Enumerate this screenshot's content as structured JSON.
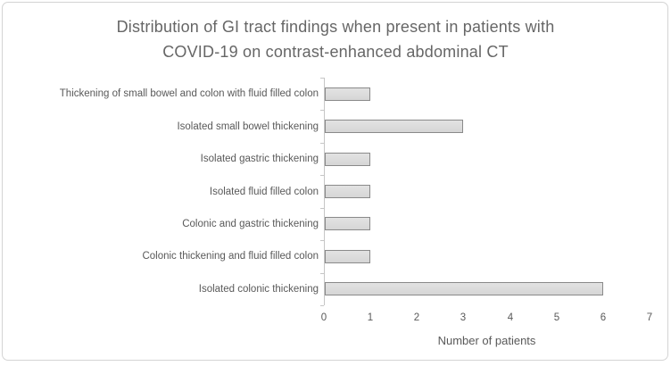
{
  "chart_data": {
    "type": "bar",
    "orientation": "horizontal",
    "title": "Distribution of GI tract findings when present in patients with COVID-19 on contrast-enhanced abdominal CT",
    "title_lines": [
      "Distribution of GI tract findings when present in patients with",
      "COVID-19 on contrast-enhanced abdominal CT"
    ],
    "categories": [
      "Thickening of small bowel and colon with fluid filled colon",
      "Isolated small bowel thickening",
      "Isolated gastric thickening",
      "Isolated fluid filled colon",
      "Colonic and gastric thickening",
      "Colonic thickening and fluid filled colon",
      "Isolated colonic thickening"
    ],
    "values": [
      1,
      3,
      1,
      1,
      1,
      1,
      6
    ],
    "xlabel": "Number of patients",
    "xlim": [
      0,
      7
    ],
    "xticks": [
      0,
      1,
      2,
      3,
      4,
      5,
      6,
      7
    ],
    "grid": "off",
    "legend": "none",
    "colors": {
      "bar_fill": "#dcdcdc",
      "bar_border": "#8a8a8a",
      "axis_line": "#c6c6c6",
      "text": "#595959",
      "title_text": "#666666",
      "frame_border": "#d4d4d4",
      "background": "#ffffff"
    }
  }
}
